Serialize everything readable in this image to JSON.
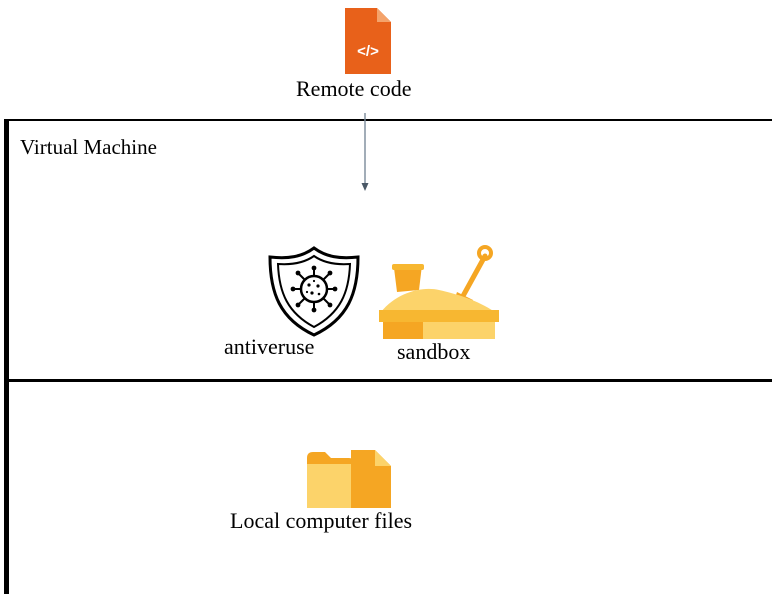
{
  "remote": {
    "label": "Remote code",
    "icon": "code-file-icon",
    "icon_glyph": "</>",
    "color": "#e8611a"
  },
  "vm": {
    "label": "Virtual Machine"
  },
  "antivirus": {
    "label": "antiveruse",
    "icon": "virus-shield-icon"
  },
  "sandbox": {
    "label": "sandbox",
    "icon": "sandbox-icon",
    "color": "#f7b731"
  },
  "local": {
    "label": "Local computer files",
    "icon": "folder-file-icon",
    "color": "#f5a623"
  }
}
